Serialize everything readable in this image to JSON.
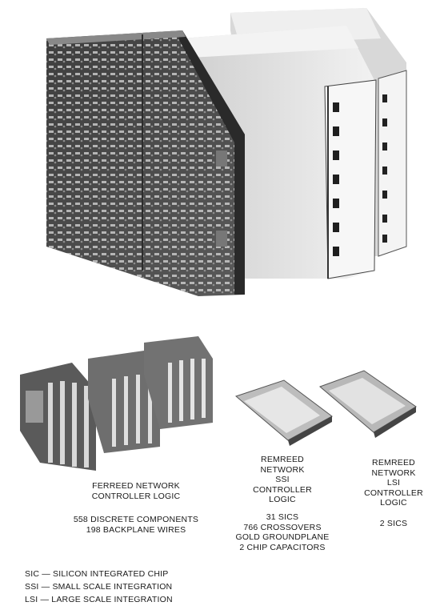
{
  "photos": {
    "top": "Photograph of an open circuit board with rows of components beside two enclosed metal module cases",
    "ferreed": "Photograph of three stacked circuit-board card assemblies",
    "remreed_ssi": "Photograph of a thin metal-cased controller card",
    "remreed_lsi": "Photograph of a thin metal-cased controller card"
  },
  "ferreed": {
    "title": "FERREED NETWORK\nCONTROLLER LOGIC",
    "details": "558 DISCRETE COMPONENTS\n198 BACKPLANE WIRES"
  },
  "remreed_ssi": {
    "title": "REMREED\nNETWORK\nSSI\nCONTROLLER\nLOGIC",
    "details": "31 SICS\n766 CROSSOVERS\nGOLD GROUNDPLANE\n2 CHIP CAPACITORS"
  },
  "remreed_lsi": {
    "title": "REMREED\nNETWORK\nLSI\nCONTROLLER\nLOGIC",
    "details": "2 SICS"
  },
  "legend": [
    "SIC — SILICON INTEGRATED CHIP",
    "SSI — SMALL SCALE INTEGRATION",
    "LSI — LARGE SCALE INTEGRATION"
  ]
}
